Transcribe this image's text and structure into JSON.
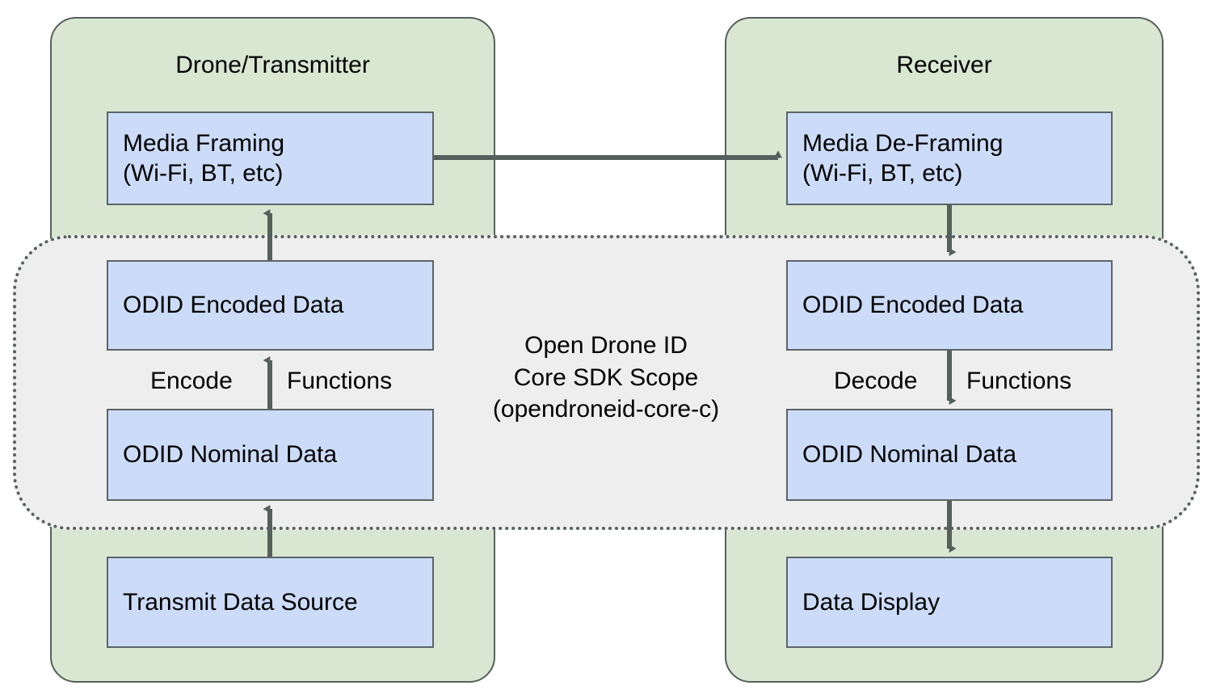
{
  "diagram": {
    "title_left": "Drone/Transmitter",
    "title_right": "Receiver",
    "scope_label": "Open Drone ID\nCore SDK Scope\n(opendroneid-core-c)",
    "colors": {
      "panel_fill": "#d9e7d2",
      "panel_stroke": "#56605b",
      "node_fill": "#ccdcf8",
      "node_stroke": "#5b6468",
      "scope_fill": "#eeeeee",
      "scope_stroke": "#55605b",
      "arrow": "#555f5b",
      "text": "#000000",
      "background": "#ffffff"
    }
  },
  "transmitter": {
    "title": "Drone/Transmitter",
    "nodes": {
      "media_framing": "Media Framing\n(Wi-Fi, BT, etc)",
      "odid_encoded_data": "ODID Encoded Data",
      "odid_nominal_data": "ODID Nominal Data",
      "transmit_data_source": "Transmit Data Source"
    },
    "edge_labels": {
      "encode": "Encode",
      "functions": "Functions"
    }
  },
  "receiver": {
    "title": "Receiver",
    "nodes": {
      "media_deframing": "Media De-Framing\n(Wi-Fi, BT, etc)",
      "odid_encoded_data": "ODID Encoded Data",
      "odid_nominal_data": "ODID Nominal Data",
      "data_display": "Data Display"
    },
    "edge_labels": {
      "decode": "Decode",
      "functions": "Functions"
    }
  },
  "scope": {
    "line1": "Open Drone ID",
    "line2": "Core SDK Scope",
    "line3": "(opendroneid-core-c)"
  }
}
